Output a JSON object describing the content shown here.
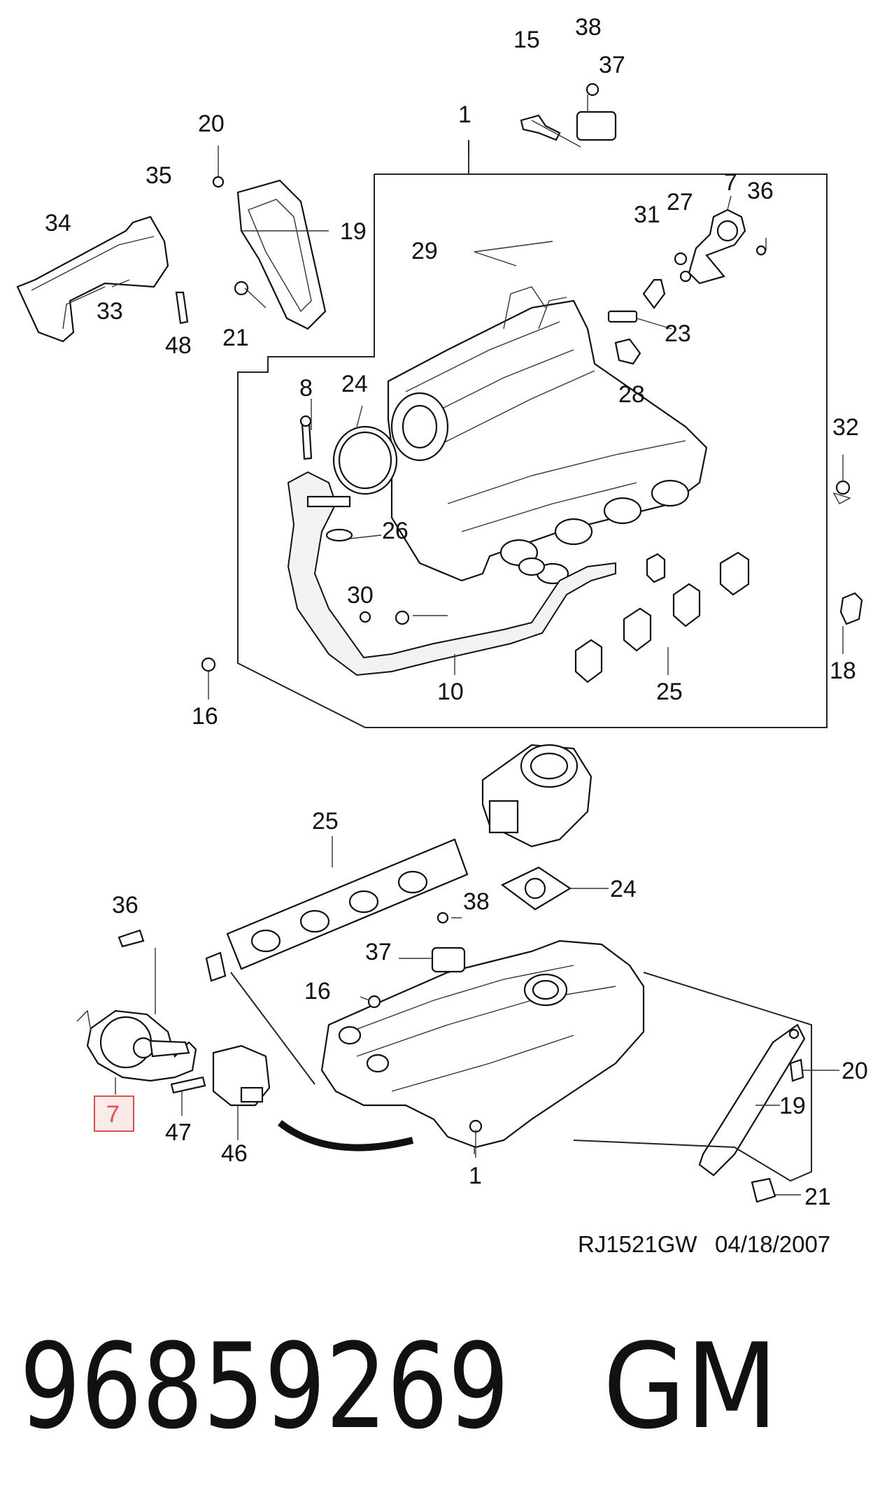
{
  "diagram": {
    "reference_code": "RJ1521GW",
    "reference_date": "04/18/2007",
    "part_number": "96859269",
    "brand": "GM",
    "highlight_color": "#e05050",
    "highlighted_callout": "7"
  },
  "upper_view": {
    "callouts": [
      "1",
      "15",
      "38",
      "37",
      "20",
      "35",
      "34",
      "19",
      "33",
      "21",
      "48",
      "29",
      "31",
      "27",
      "7",
      "36",
      "23",
      "28",
      "8",
      "24",
      "32",
      "26",
      "30",
      "16",
      "10",
      "25",
      "18"
    ]
  },
  "lower_view": {
    "callouts": [
      "25",
      "24",
      "38",
      "36",
      "37",
      "16",
      "7",
      "47",
      "46",
      "20",
      "19",
      "1",
      "21"
    ]
  }
}
